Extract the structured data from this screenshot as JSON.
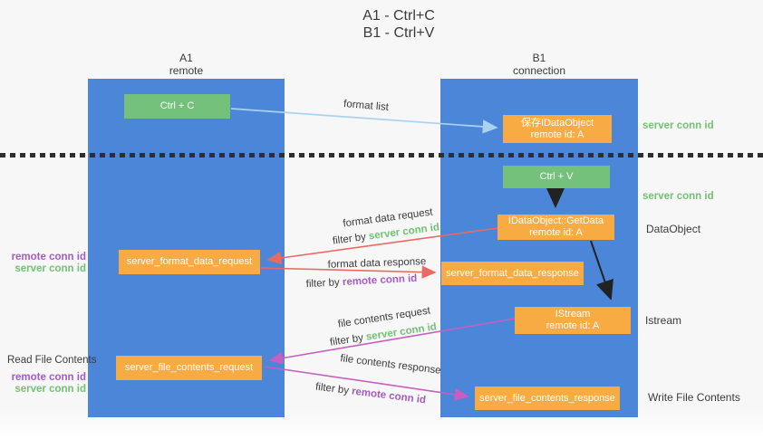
{
  "title": {
    "lines": [
      "A1 - Ctrl+C",
      "B1 - Ctrl+V"
    ]
  },
  "lanes": {
    "left": {
      "title": "A1",
      "subtitle": "remote"
    },
    "right": {
      "title": "B1",
      "subtitle": "connection"
    }
  },
  "nodes": {
    "ctrl_c": {
      "label": "Ctrl + C"
    },
    "ctrl_v": {
      "label": "Ctrl + V"
    },
    "save_idataobject": {
      "line1": "保存IDataObject",
      "line2": "remote id: A"
    },
    "idataobject_getdata": {
      "line1": "IDataObject::GetData",
      "line2": "remote id: A"
    },
    "istream": {
      "line1": "IStream",
      "line2": "remote id: A"
    },
    "server_format_data_request": {
      "label": "server_format_data_request"
    },
    "server_format_data_response": {
      "label": "server_format_data_response"
    },
    "server_file_contents_request": {
      "label": "server_file_contents_request"
    },
    "server_file_contents_response": {
      "label": "server_file_contents_response"
    }
  },
  "arrow_labels": {
    "format_list": "format list",
    "format_data_request": "format data request",
    "format_data_request_filter": {
      "prefix": "filter by ",
      "key": "server conn id"
    },
    "format_data_response": "format data response",
    "format_data_response_filter": {
      "prefix": "filter by ",
      "key": "remote conn id"
    },
    "file_contents_request": "file contents request",
    "file_contents_request_filter": {
      "prefix": "filter by ",
      "key": "server conn id"
    },
    "file_contents_response": "file contents response",
    "file_contents_response_filter": {
      "prefix": "filter by ",
      "key": "remote conn id"
    }
  },
  "side_labels": {
    "server_conn_id_top": "server conn id",
    "server_conn_id_mid": "server conn id",
    "dataobject": "DataObject",
    "istream": "Istream",
    "write_file_contents": "Write File Contents",
    "read_file_contents": "Read File Contents",
    "left_pair_1": {
      "remote": "remote conn id",
      "server": "server conn id"
    },
    "left_pair_2": {
      "remote": "remote conn id",
      "server": "server conn id"
    }
  },
  "colors": {
    "lane_blue": "#4b86d8",
    "box_orange": "#f9ab43",
    "box_green": "#74c17c",
    "text_green": "#72c174",
    "text_purple": "#a55bc5",
    "arrow_red": "#e96a60",
    "arrow_magenta": "#c55fc0",
    "arrow_lightblue": "#a9d2ee",
    "arrow_black": "#222222",
    "divider_black": "#2e2e2e"
  }
}
